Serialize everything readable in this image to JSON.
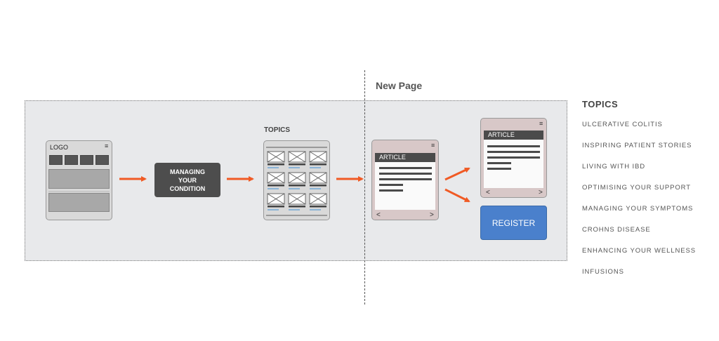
{
  "new_page_label": "New Page",
  "colors": {
    "arrow": "#f05a24",
    "register": "#4a80cc",
    "dark": "#4d4d4d"
  },
  "home_screen": {
    "logo": "LOGO",
    "menu_icon": "≡"
  },
  "managing_button": {
    "line1": "MANAGING",
    "line2": "YOUR",
    "line3": "CONDITION"
  },
  "topics_screen": {
    "caption": "TOPICS"
  },
  "article_screen": {
    "header": "ARTICLE",
    "prev": "<",
    "next": ">",
    "menu_icon": "≡"
  },
  "article_screen_small": {
    "header": "ARTICLE",
    "prev": "<",
    "next": ">",
    "menu_icon": "≡"
  },
  "register_button": {
    "label": "REGISTER"
  },
  "side_topics": {
    "title": "TOPICS",
    "items": [
      "ULCERATIVE COLITIS",
      "INSPIRING PATIENT STORIES",
      "LIVING WITH IBD",
      "OPTIMISING YOUR SUPPORT",
      "MANAGING YOUR SYMPTOMS",
      "CROHNS DISEASE",
      "ENHANCING YOUR WELLNESS",
      "INFUSIONS"
    ]
  }
}
